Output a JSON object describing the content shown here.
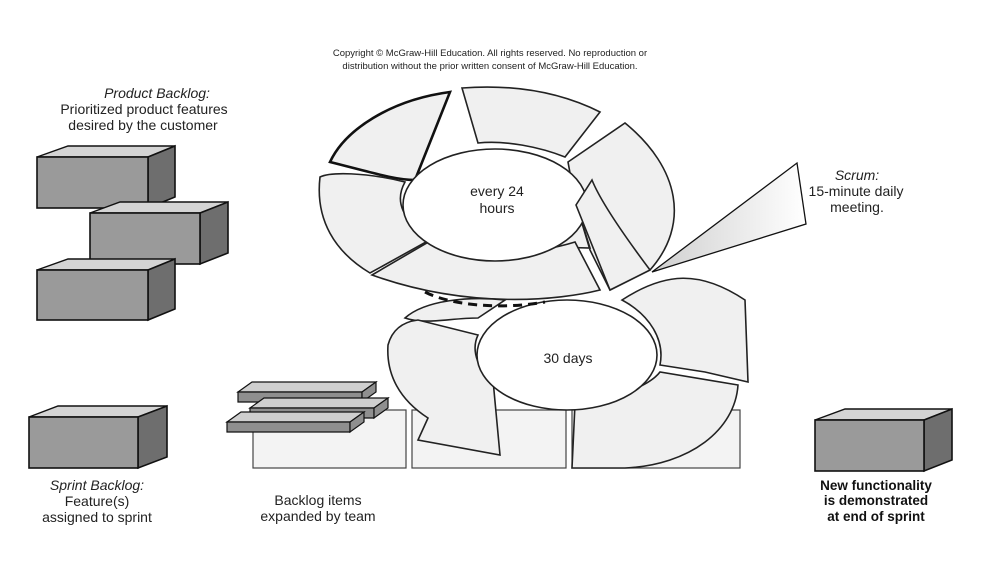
{
  "copyright": {
    "line1": "Copyright © McGraw-Hill Education. All rights reserved. No reproduction or",
    "line2": "distribution without the prior written consent of McGraw-Hill Education."
  },
  "product_backlog": {
    "title": "Product Backlog:",
    "line1": "Prioritized product features",
    "line2": "desired by the customer"
  },
  "sprint_backlog": {
    "title": "Sprint Backlog:",
    "line1": "Feature(s)",
    "line2": "assigned to sprint"
  },
  "backlog_items": {
    "line1": "Backlog items",
    "line2": "expanded by team"
  },
  "daily_cycle": {
    "line1": "every 24",
    "line2": "hours"
  },
  "sprint_cycle": {
    "label": "30 days"
  },
  "scrum": {
    "title": "Scrum:",
    "line1": "15-minute daily",
    "line2": "meeting."
  },
  "new_functionality": {
    "line1": "New functionality",
    "line2": "is demonstrated",
    "line3": "at end of sprint"
  },
  "colors": {
    "box_front": "#9a9a9a",
    "box_top": "#d4d4d4",
    "box_side": "#6e6e6e",
    "arrow_fill": "#f0f0f0",
    "outline": "#222222"
  }
}
